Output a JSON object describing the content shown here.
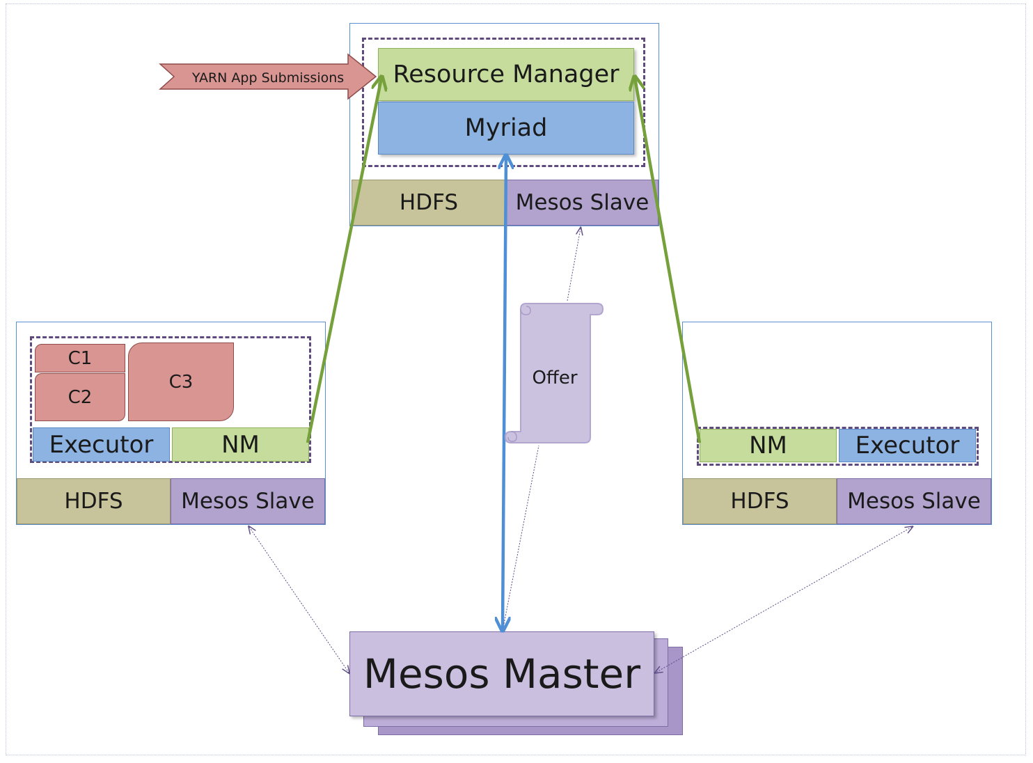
{
  "submission_arrow": {
    "label": "YARN App Submissions"
  },
  "top_node": {
    "resource_manager": "Resource Manager",
    "myriad": "Myriad",
    "hdfs": "HDFS",
    "mesos_slave": "Mesos Slave"
  },
  "left_node": {
    "containers": [
      "C1",
      "C2",
      "C3"
    ],
    "executor": "Executor",
    "nm": "NM",
    "hdfs": "HDFS",
    "mesos_slave": "Mesos Slave"
  },
  "right_node": {
    "nm": "NM",
    "executor": "Executor",
    "hdfs": "HDFS",
    "mesos_slave": "Mesos Slave"
  },
  "offer": {
    "label": "Offer"
  },
  "mesos_master": {
    "label": "Mesos Master"
  },
  "colors": {
    "yarn_link": "#76a03c",
    "myriad_link": "#4f8fd6",
    "mesos_link": "#5c4a86"
  }
}
